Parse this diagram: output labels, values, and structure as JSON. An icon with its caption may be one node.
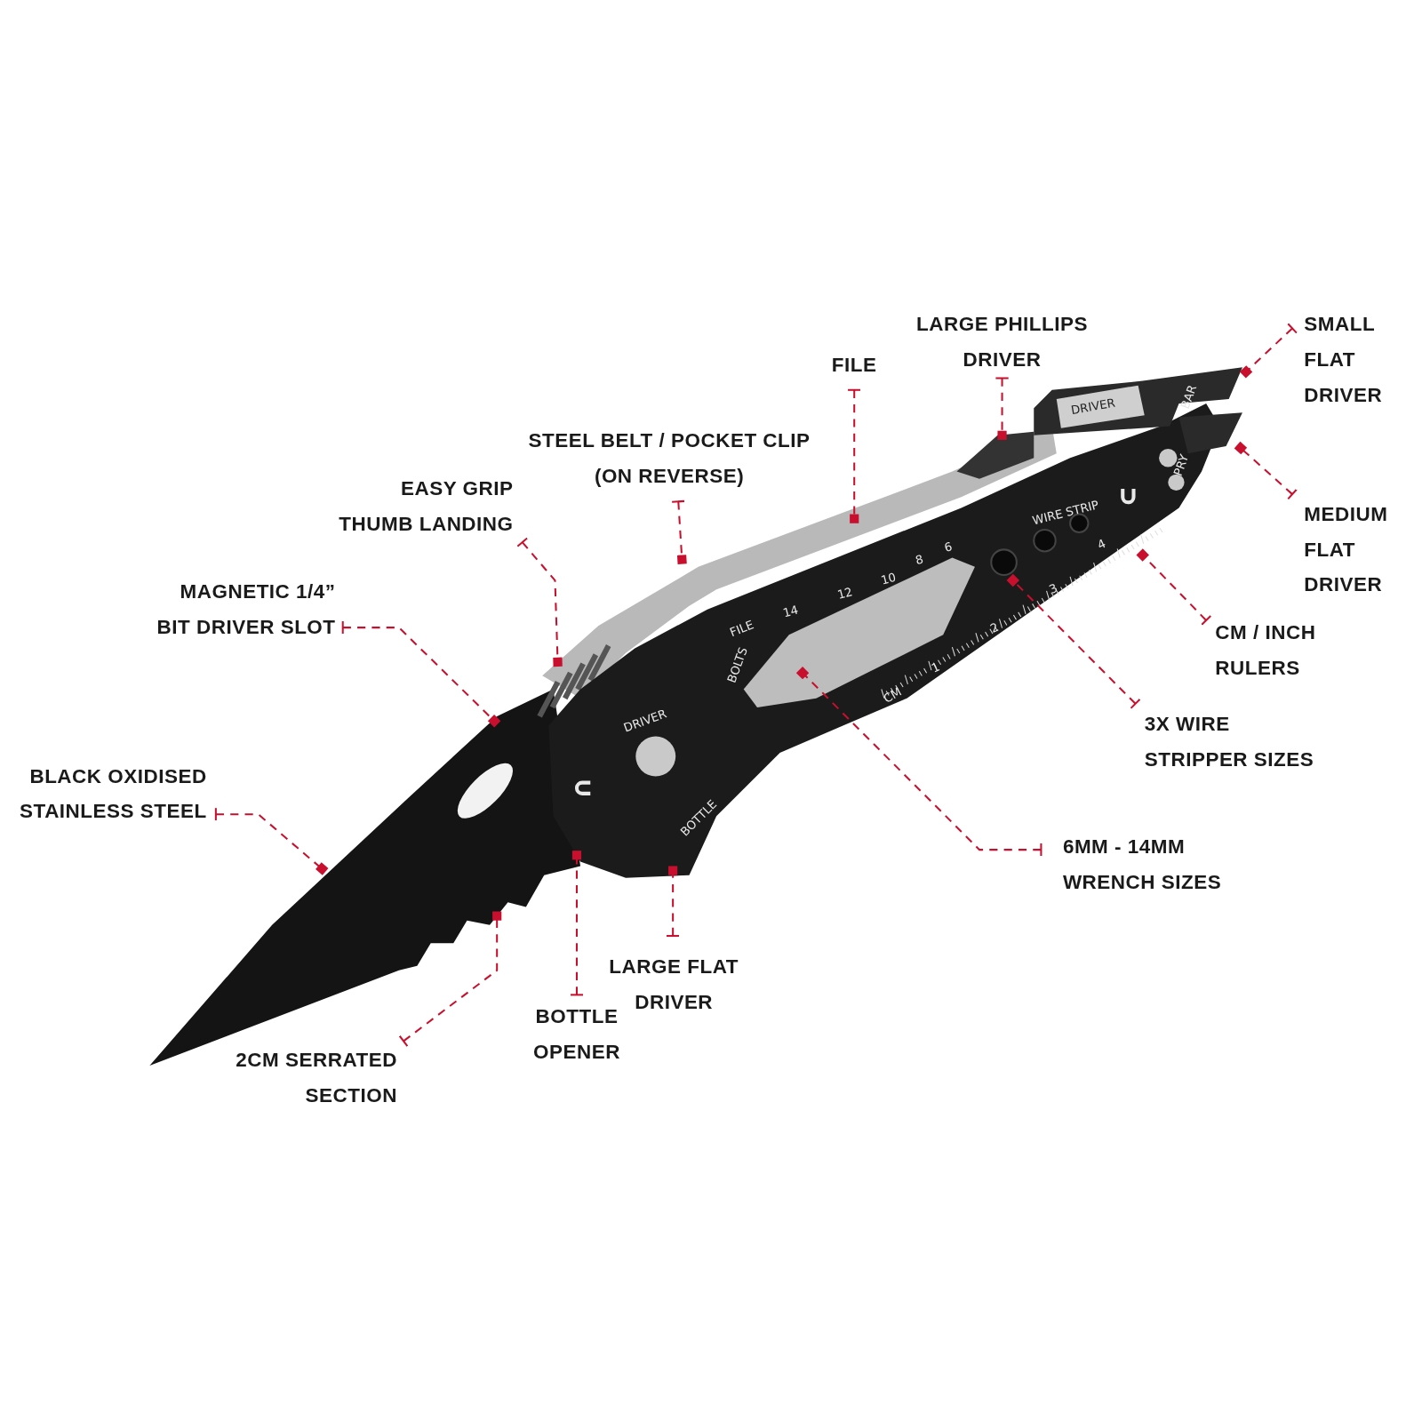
{
  "diagram": {
    "nodes": [
      {
        "text": [
          "LARGE PHILLIPS DRIVER"
        ]
      },
      {
        "text": [
          "SMALL FLAT DRIVER"
        ]
      },
      {
        "text": [
          "FILE"
        ]
      },
      {
        "text": [
          "STEEL BELT / POCKET CLIP (ON REVERSE)"
        ]
      },
      {
        "text": [
          "EASY GRIP THUMB LANDING"
        ]
      },
      {
        "text": [
          "MEDIUM FLAT DRIVER"
        ]
      },
      {
        "text": [
          "MAGNETIC 1/4” BIT DRIVER SLOT"
        ]
      },
      {
        "text": [
          "CM / INCH RULERS"
        ]
      },
      {
        "text": [
          "3X WIRE STRIPPER SIZES"
        ]
      },
      {
        "text": [
          "BLACK OXIDISED STAINLESS STEEL"
        ]
      },
      {
        "text": [
          "6MM - 14MM WRENCH SIZES"
        ]
      },
      {
        "text": [
          "LARGE FLAT DRIVER"
        ]
      },
      {
        "text": [
          "BOTTLE OPENER"
        ]
      },
      {
        "text": [
          "2CM SERRATED SECTION"
        ]
      }
    ],
    "edges": [
      {
        "from": 0,
        "to": null,
        "arrow": "other"
      },
      {
        "from": 1,
        "to": null,
        "arrow": "other"
      },
      {
        "from": 2,
        "to": null,
        "arrow": "other"
      },
      {
        "from": 3,
        "to": null,
        "arrow": "other"
      },
      {
        "from": 4,
        "to": null,
        "arrow": "other"
      },
      {
        "from": 5,
        "to": null,
        "arrow": "other"
      },
      {
        "from": 6,
        "to": null,
        "arrow": "other"
      },
      {
        "from": 7,
        "to": null,
        "arrow": "other"
      },
      {
        "from": 8,
        "to": null,
        "arrow": "other"
      },
      {
        "from": 9,
        "to": null,
        "arrow": "other"
      },
      {
        "from": 10,
        "to": null,
        "arrow": "other"
      },
      {
        "from": 11,
        "to": null,
        "arrow": "other"
      },
      {
        "from": 12,
        "to": null,
        "arrow": "other"
      },
      {
        "from": 13,
        "to": null,
        "arrow": "other"
      }
    ],
    "labels": [
      "BAR",
      "DRIVER",
      "PRY",
      "WIRE STRIP",
      "6",
      "8",
      "4",
      "10",
      "12",
      "3",
      "14",
      "FILE",
      "2",
      "BOLTS",
      "1",
      "CM",
      "DRIVER",
      "BOTTLE"
    ]
  }
}
